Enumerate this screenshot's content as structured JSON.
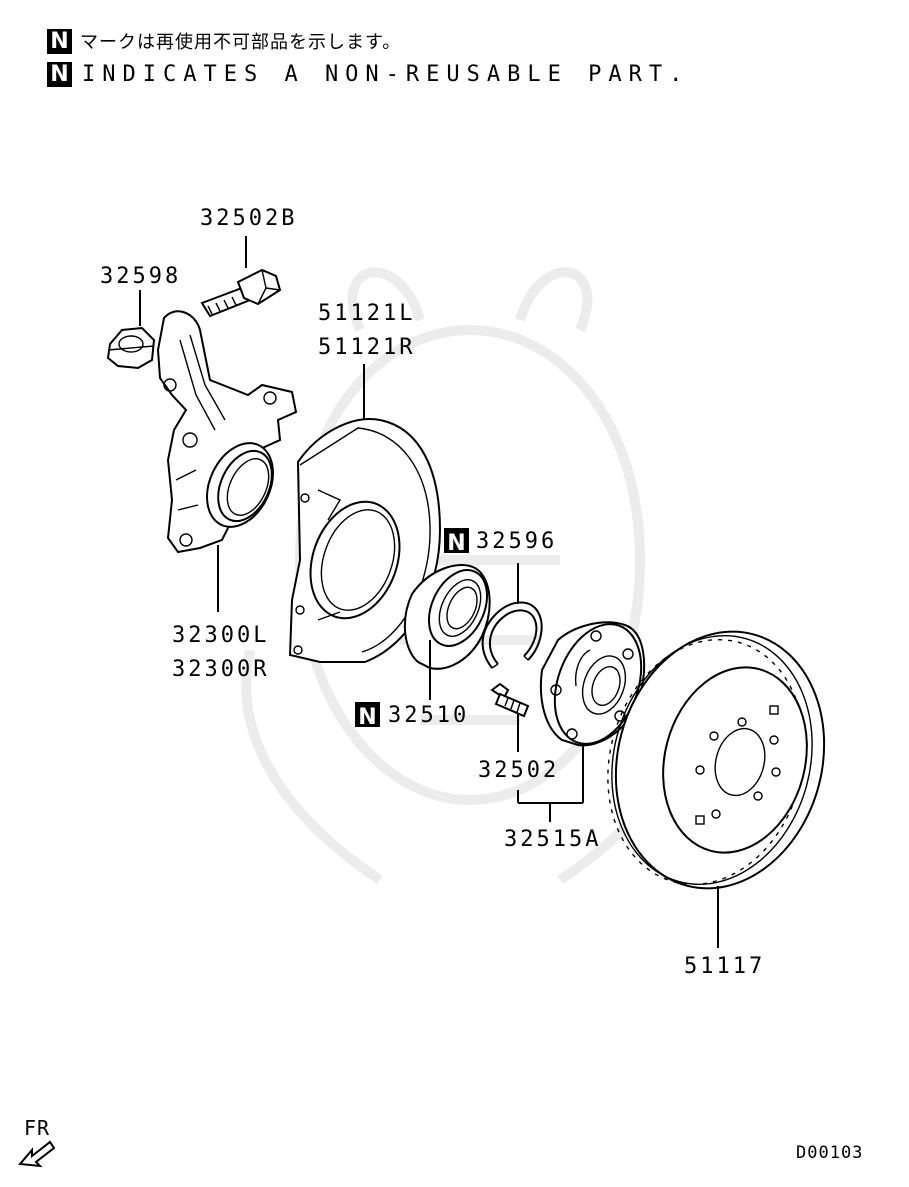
{
  "legend": {
    "marker": "N",
    "japanese": "マークは再使用不可部品を示します。",
    "english": "INDICATES A NON-REUSABLE PART."
  },
  "parts": {
    "bolt_knuckle": "32502B",
    "nut": "32598",
    "dust_cover_l": "51121L",
    "dust_cover_r": "51121R",
    "knuckle_l": "32300L",
    "knuckle_r": "32300R",
    "snap_ring": "32596",
    "bearing": "32510",
    "hub_bolt": "32502",
    "hub_assembly": "32515A",
    "brake_disc": "51117"
  },
  "non_reusable_marker": "N",
  "direction_label": "FR",
  "diagram_code": "D00103",
  "colors": {
    "line": "#000000",
    "watermark": "#ececec",
    "background": "#ffffff"
  }
}
